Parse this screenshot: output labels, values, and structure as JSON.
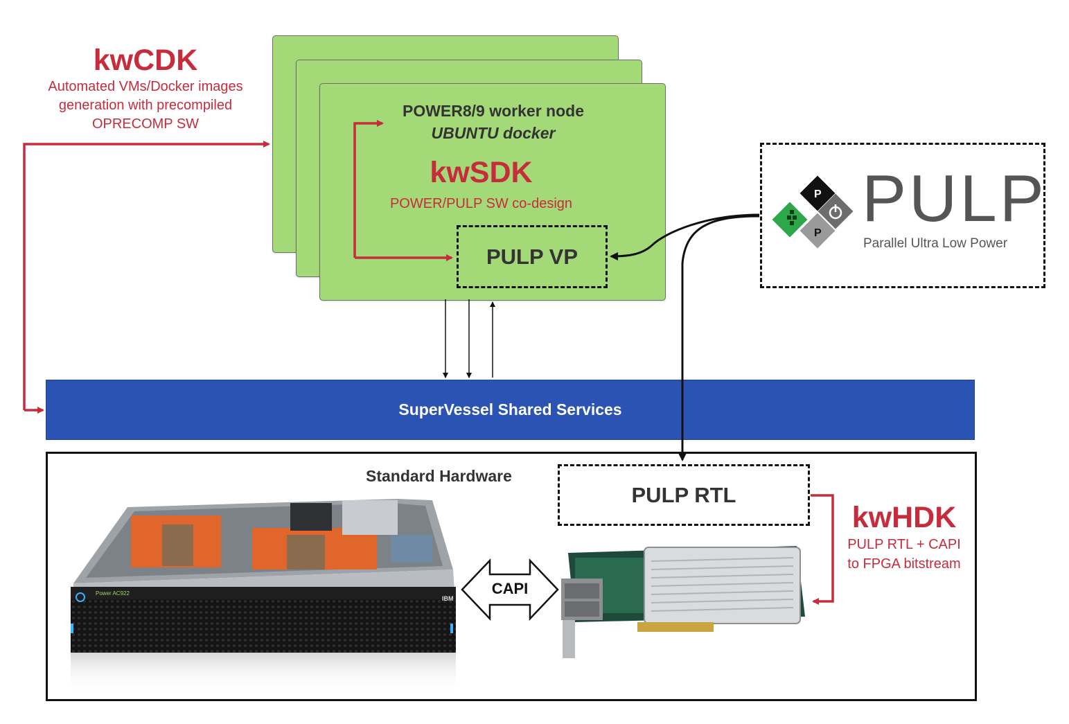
{
  "kwcdk": {
    "title": "kwCDK",
    "desc_line1": "Automated VMs/Docker images",
    "desc_line2": "generation with precompiled",
    "desc_line3": "OPRECOMP SW"
  },
  "worker": {
    "title": "POWER8/9 worker node",
    "subtitle": "UBUNTU docker"
  },
  "kwsdk": {
    "title": "kwSDK",
    "desc": "POWER/PULP SW co-design"
  },
  "pulp_vp": {
    "label": "PULP VP"
  },
  "pulp_logo": {
    "wordmark": "PULP",
    "tagline": "Parallel Ultra Low Power",
    "piece_letter_top": "P",
    "piece_letter_bottom": "P"
  },
  "supervessel": {
    "label": "SuperVessel Shared Services"
  },
  "hardware": {
    "title": "Standard Hardware",
    "server_model": "Power AC922",
    "server_brand": "IBM"
  },
  "capi": {
    "label": "CAPI"
  },
  "pulp_rtl": {
    "label": "PULP RTL"
  },
  "kwhdk": {
    "title": "kwHDK",
    "desc_line1": "PULP RTL + CAPI",
    "desc_line2": "to FPGA bitstream"
  },
  "colors": {
    "card_green": "#a3d977",
    "accent_red": "#c62c3b",
    "service_blue": "#2a53b3",
    "heatsink_copper": "#e0662b"
  }
}
